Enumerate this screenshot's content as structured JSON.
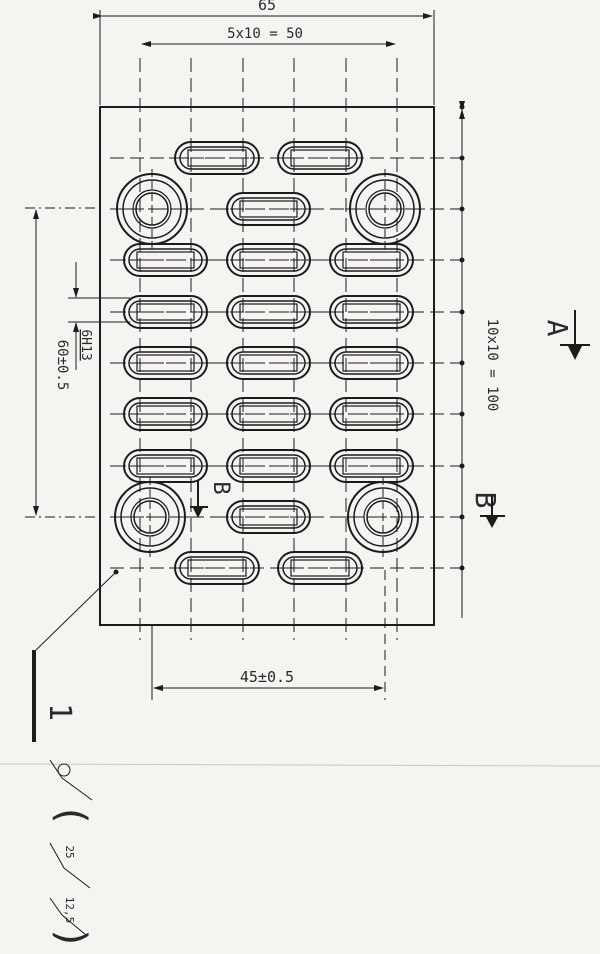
{
  "drawing": {
    "dimensions": {
      "overall_width": "65",
      "column_pitch": "5x10  =  50",
      "row_pitch": "10x10  =  100",
      "hole_span_vertical": "60±0.5",
      "thread": "6H13",
      "hole_span_horizontal": "45±0.5"
    },
    "section_labels": {
      "a": "A",
      "b": "B",
      "b_inner": "B"
    },
    "part_number": "1",
    "roughness": {
      "primary": "25",
      "secondary": "12,5",
      "open_paren": "(",
      "close_paren": ")"
    },
    "colors": {
      "ink": "#1c1c1c",
      "paper": "#f6f4f0"
    }
  }
}
